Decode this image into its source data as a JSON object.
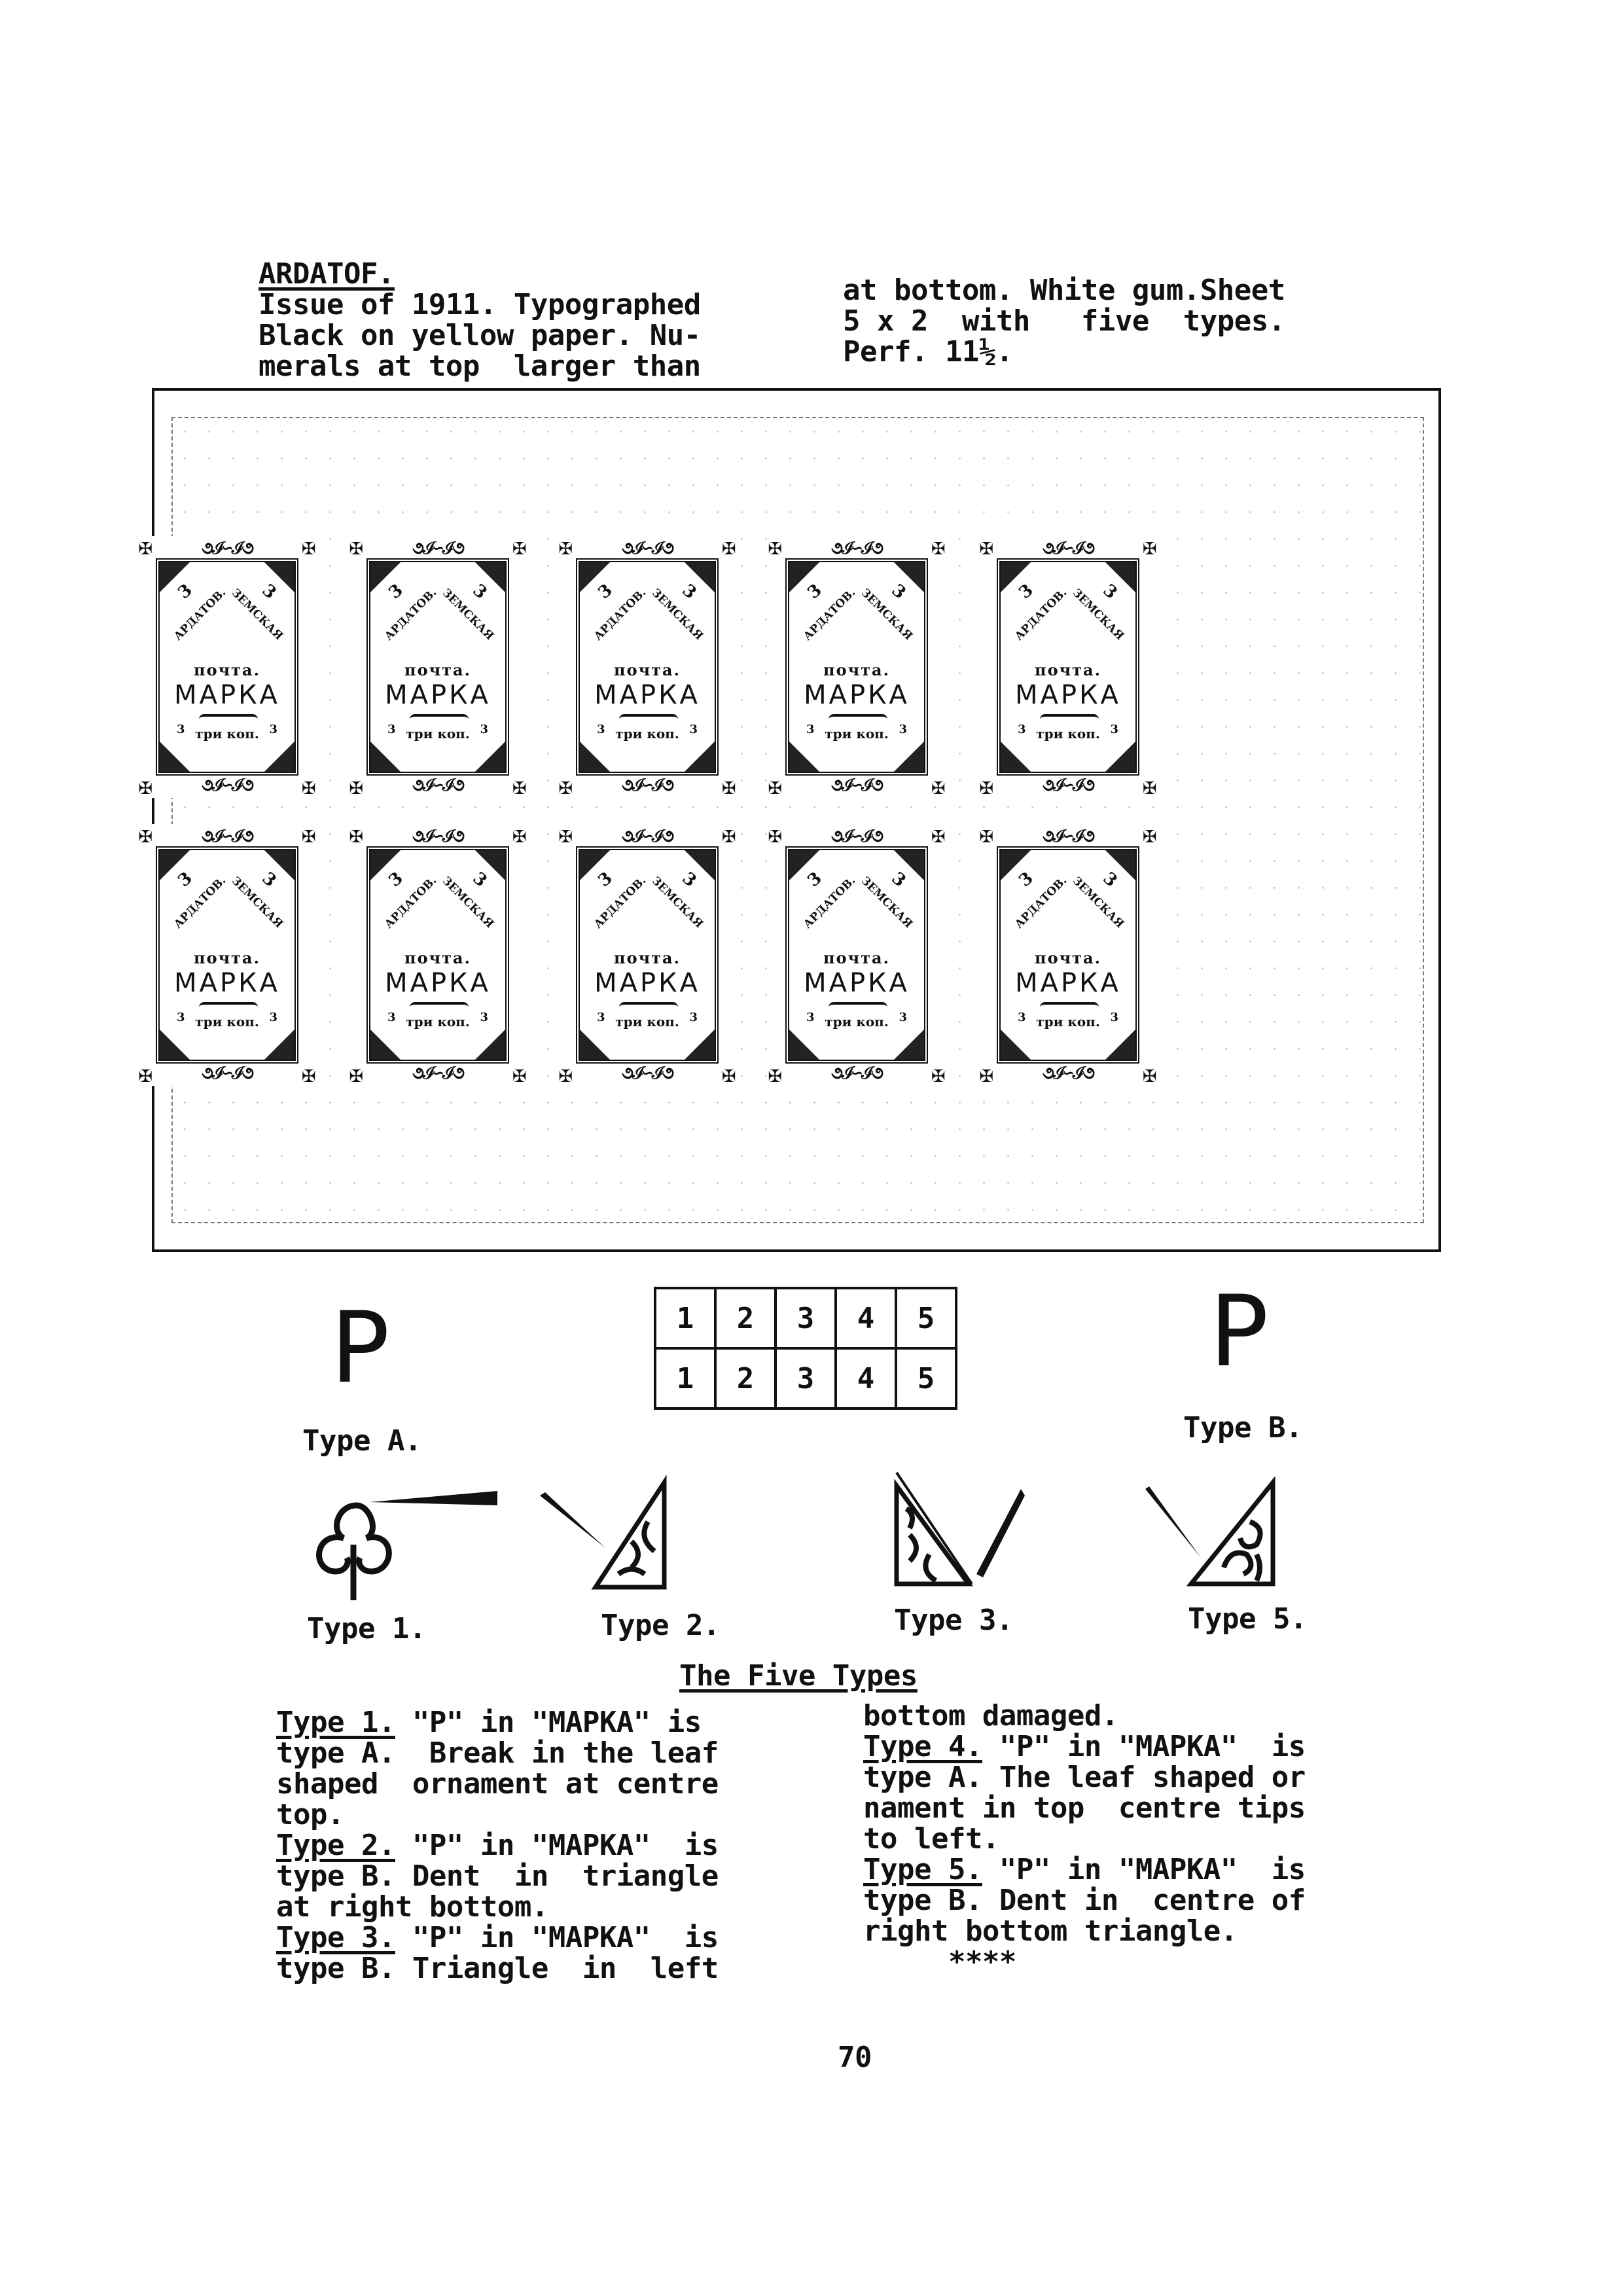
{
  "heading": "ARDATOF.",
  "intro_left": [
    "Issue of 1911. Typographed",
    "Black on yellow paper. Nu-",
    "merals at top  larger than"
  ],
  "intro_right": [
    "at bottom. White gum.Sheet",
    "5 x 2  with   five  types.",
    "Perf. 11½."
  ],
  "sheet": {
    "stamp": {
      "num": "3",
      "district": "АРДАТОВ.",
      "zemstvo": "ЗЕМСКАЯ",
      "pochta": "почта.",
      "marka": "МАРКА",
      "value": "три коп."
    },
    "layout_rows": [
      [
        "1",
        "2",
        "3",
        "4",
        "5"
      ],
      [
        "1",
        "2",
        "3",
        "4",
        "5"
      ]
    ]
  },
  "letter_types": [
    {
      "glyph": "P",
      "label": "Type A."
    },
    {
      "glyph": "P",
      "label": "Type B."
    }
  ],
  "flaw_types": [
    {
      "label": "Type 1."
    },
    {
      "label": "Type 2."
    },
    {
      "label": "Type 3."
    },
    {
      "label": "Type 5."
    }
  ],
  "section_title": "The Five Types",
  "descriptions_left": [
    {
      "head": "Type 1.",
      "rest": " \"P\" in \"MAPKA\" is"
    },
    {
      "text": "type A.  Break in the leaf"
    },
    {
      "text": "shaped  ornament at centre"
    },
    {
      "text": "top."
    },
    {
      "head": "Type 2.",
      "rest": " \"P\" in \"MAPKA\"  is"
    },
    {
      "text": "type B. Dent  in  triangle"
    },
    {
      "text": "at right bottom."
    },
    {
      "head": "Type 3.",
      "rest": " \"P\" in \"MAPKA\"  is"
    },
    {
      "text": "type B. Triangle  in  left"
    }
  ],
  "descriptions_right": [
    {
      "text": "bottom damaged."
    },
    {
      "head": "Type 4.",
      "rest": " \"P\" in \"MAPKA\"  is"
    },
    {
      "text": "type A. The leaf shaped or"
    },
    {
      "text": "nament in top  centre tips"
    },
    {
      "text": "to left."
    },
    {
      "head": "Type 5.",
      "rest": " \"P\" in \"MAPKA\"  is"
    },
    {
      "text": "type B. Dent in  centre of"
    },
    {
      "text": "right bottom triangle."
    },
    {
      "text": "     ****"
    }
  ],
  "page_number": "70"
}
